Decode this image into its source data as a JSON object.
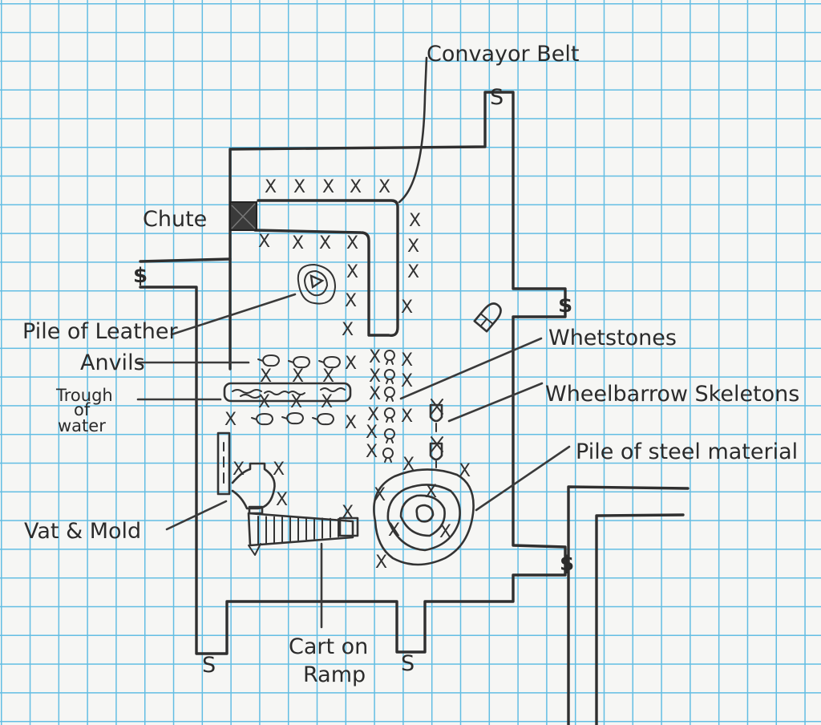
{
  "map": {
    "title": "Forge / workshop dungeon map (hand-drawn on graph paper)",
    "labels": {
      "conveyor_belt": "Convayor Belt",
      "chute": "Chute",
      "pile_of_leather": "Pile of Leather",
      "anvils": "Anvils",
      "trough_line1": "Trough",
      "trough_line2": "of",
      "trough_line3": "water",
      "vat_and_mold": "Vat & Mold",
      "cart_line1": "Cart on",
      "cart_line2": "Ramp",
      "whetstones": "Whetstones",
      "wheelbarrow_skeletons": "Wheelbarrow Skeletons",
      "pile_of_steel": "Pile of steel material"
    },
    "symbols": {
      "secret_door": "$",
      "stair_mark": "S",
      "skeleton_mark": "X"
    },
    "colors": {
      "ink": "#2f2f2f",
      "grid": "#62bde3",
      "paper": "#f6f6f4",
      "chute_fill": "#3a3a3a"
    }
  }
}
